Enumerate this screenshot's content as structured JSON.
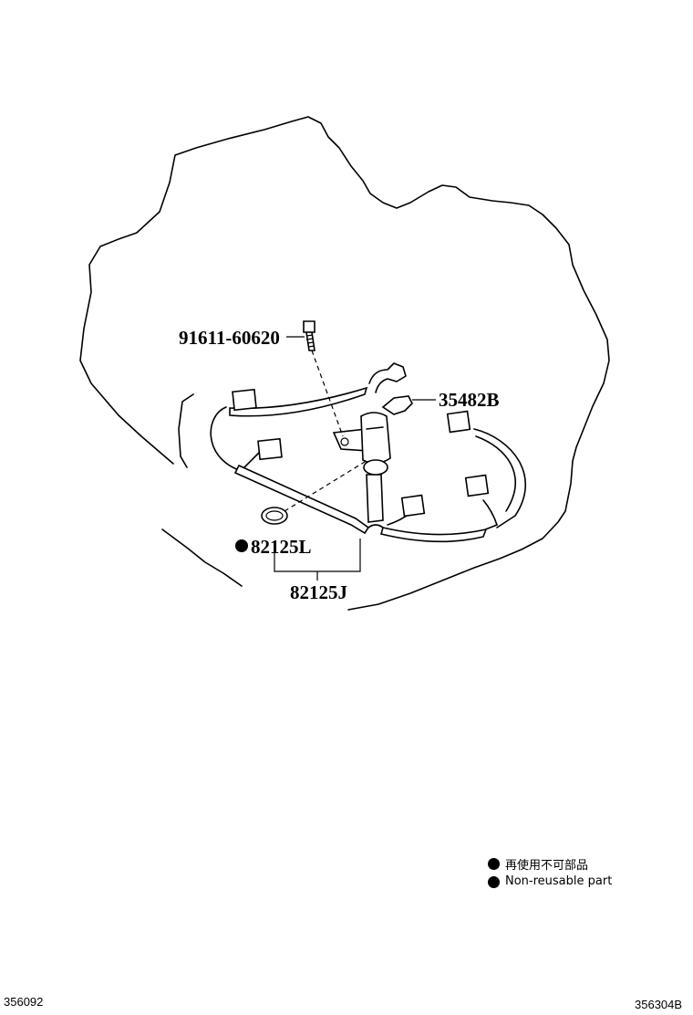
{
  "parts": {
    "bolt": "91611-60620",
    "clamp": "35482B",
    "o_ring": "82125L",
    "harness": "82125J"
  },
  "legend": {
    "non_reusable_jp": "再使用不可部品",
    "non_reusable_en": "Non-reusable part"
  },
  "footer": {
    "left_code": "356092",
    "right_code": "356304B"
  },
  "icons": {
    "non_reusable_marker": "filled-circle-icon"
  }
}
